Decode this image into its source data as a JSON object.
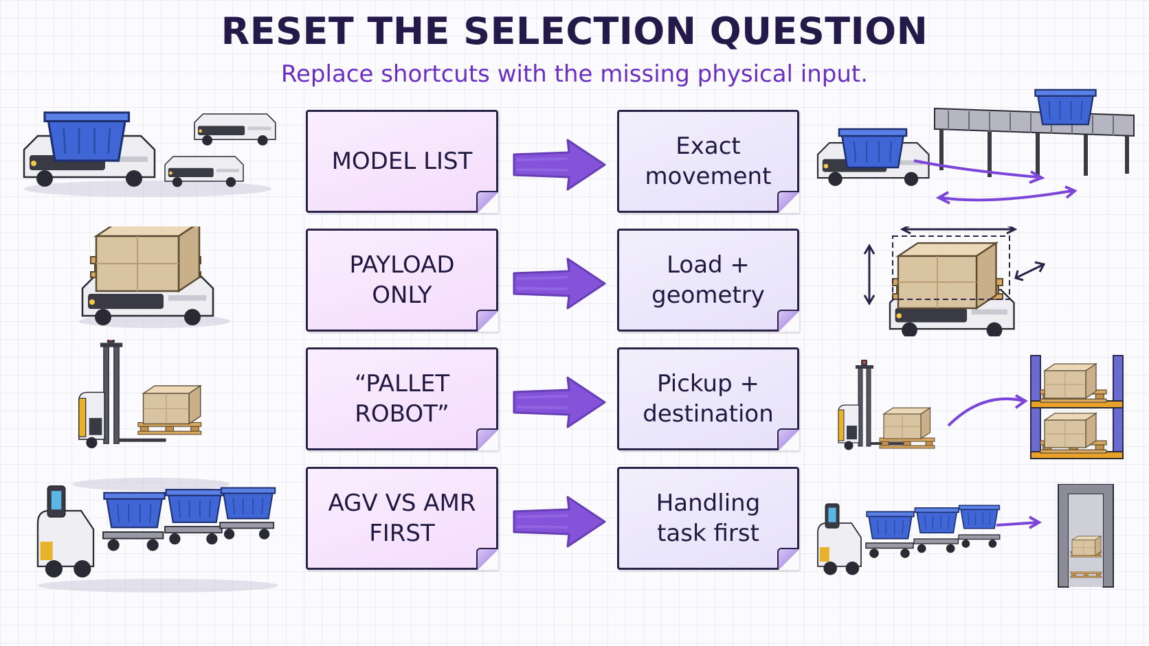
{
  "title": "RESET THE SELECTION QUESTION",
  "subtitle": "Replace shortcuts with the missing physical input.",
  "rows": [
    {
      "shortcut": "MODEL LIST",
      "input": "Exact\nmovement",
      "left_illustration": "agv-fleet-with-tote",
      "right_illustration": "agv-tote-conveyor-path"
    },
    {
      "shortcut": "PAYLOAD\nONLY",
      "input": "Load +\ngeometry",
      "left_illustration": "agv-with-pallet-box",
      "right_illustration": "pallet-box-dimensions"
    },
    {
      "shortcut": "“PALLET\nROBOT”",
      "input": "Pickup +\ndestination",
      "left_illustration": "autonomous-forklift",
      "right_illustration": "forklift-to-rack"
    },
    {
      "shortcut": "AGV VS AMR\nFIRST",
      "input": "Handling\ntask first",
      "left_illustration": "tugger-train-totes",
      "right_illustration": "tugger-train-to-doorway"
    }
  ],
  "colors": {
    "title": "#241a4a",
    "subtitle": "#6a2fc0",
    "arrow": "#7a45d8",
    "shortcut_note": "#f3dcfb",
    "input_note": "#e6e1fa",
    "tote": "#3f66d4",
    "cardboard": "#d9c4a2",
    "vehicle_accent": "#e8b22a"
  },
  "icons": {
    "arrow": "right-arrow-icon"
  }
}
